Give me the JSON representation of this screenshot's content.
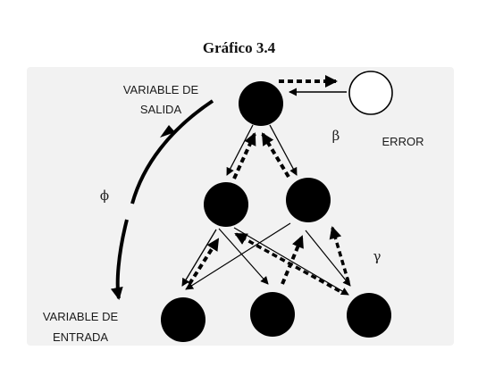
{
  "figure": {
    "title": "Gráfico 3.4"
  },
  "labels": {
    "output_line1": "VARIABLE DE",
    "output_line2": "SALIDA",
    "input_line1": "VARIABLE DE",
    "input_line2": "ENTRADA",
    "error": "ERROR",
    "beta": "β",
    "gamma": "γ",
    "phi": "ϕ"
  },
  "colors": {
    "background_panel": "#f2f2f2",
    "node_fill": "#000000",
    "error_node_fill": "#ffffff",
    "text": "#1a1a1a"
  },
  "nodes": {
    "output": "output-node",
    "error": "error-node",
    "hidden": [
      "hidden-node-left",
      "hidden-node-right"
    ],
    "input": [
      "input-node-left",
      "input-node-center",
      "input-node-right"
    ]
  }
}
